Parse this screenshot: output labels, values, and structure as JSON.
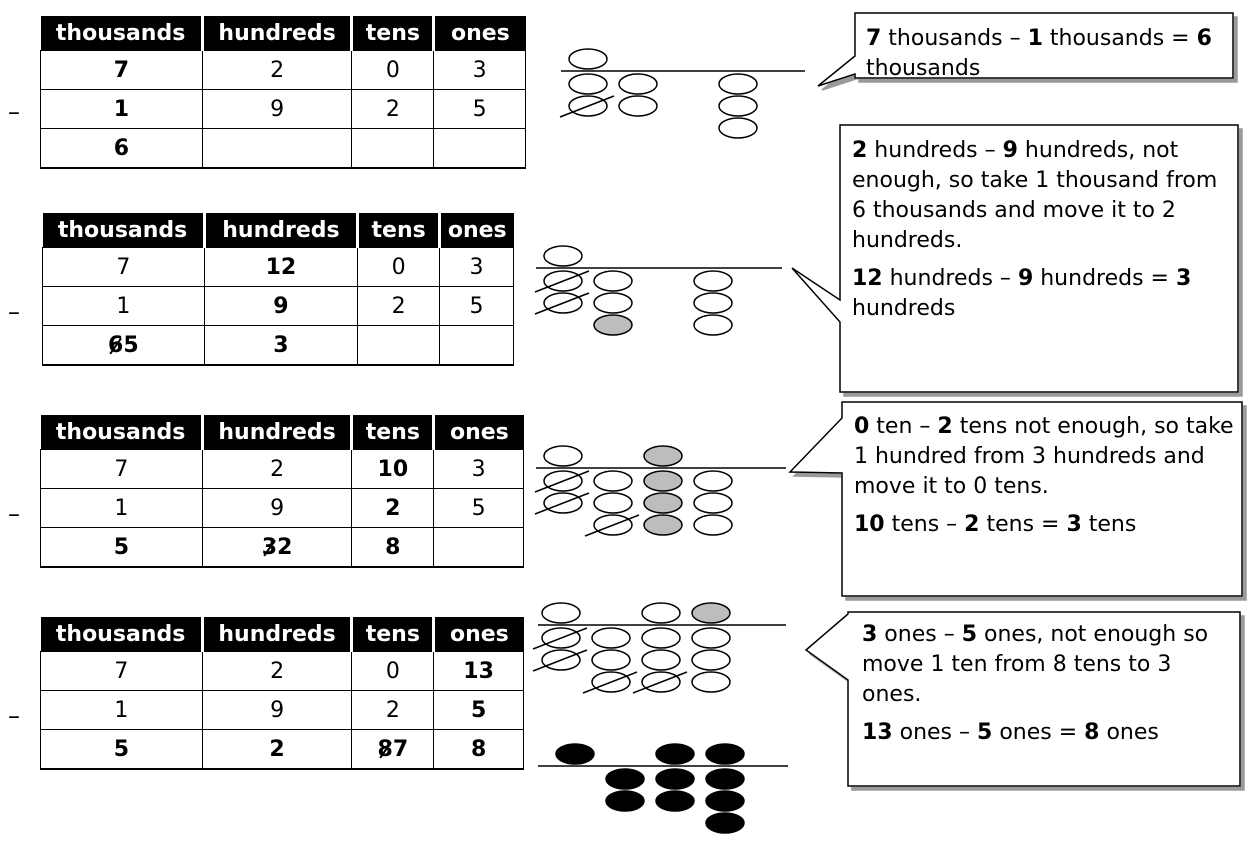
{
  "headers": [
    "thousands",
    "hundreds",
    "tens",
    "ones"
  ],
  "minus_sign": "–",
  "tables": [
    {
      "row1": [
        "7",
        "2",
        "0",
        "3"
      ],
      "row2": [
        "1",
        "9",
        "2",
        "5"
      ],
      "result": [
        {
          "v": "6"
        },
        {
          "v": ""
        },
        {
          "v": ""
        },
        {
          "v": ""
        }
      ]
    },
    {
      "row1": [
        "7",
        "12",
        "0",
        "3"
      ],
      "row2": [
        "1",
        "9",
        "2",
        "5"
      ],
      "result": [
        {
          "crossed": "6",
          "v": "5"
        },
        {
          "v": "3"
        },
        {
          "v": ""
        },
        {
          "v": ""
        }
      ]
    },
    {
      "row1": [
        "7",
        "2",
        "10",
        "3"
      ],
      "row2": [
        "1",
        "9",
        "2",
        "5"
      ],
      "result": [
        {
          "v": "5"
        },
        {
          "crossed": "3",
          "v": "2"
        },
        {
          "v": "8"
        },
        {
          "v": ""
        }
      ]
    },
    {
      "row1": [
        "7",
        "2",
        "0",
        "13"
      ],
      "row2": [
        "1",
        "9",
        "2",
        "5"
      ],
      "result": [
        {
          "v": "5"
        },
        {
          "v": "2"
        },
        {
          "crossed": "8",
          "v": "7"
        },
        {
          "v": "8"
        }
      ]
    }
  ],
  "callouts": [
    [
      [
        {
          "t": "7",
          "b": true
        },
        {
          "t": " thousands – "
        },
        {
          "t": "1",
          "b": true
        },
        {
          "t": " thousands "
        },
        {
          "t": "= "
        },
        {
          "t": "6",
          "b": true
        },
        {
          "t": " thousands"
        }
      ]
    ],
    [
      [
        {
          "t": "2",
          "b": true
        },
        {
          "t": " hundreds – "
        },
        {
          "t": "9",
          "b": true
        },
        {
          "t": " hundreds, not enough, so take 1 thousand from 6 thousands and move it to 2 hundreds."
        }
      ],
      [
        {
          "t": "12",
          "b": true
        },
        {
          "t": " hundreds – "
        },
        {
          "t": "9",
          "b": true
        },
        {
          "t": " hundreds = "
        },
        {
          "t": "3",
          "b": true
        },
        {
          "t": " hundreds"
        }
      ]
    ],
    [
      [
        {
          "t": "0",
          "b": true
        },
        {
          "t": " ten – "
        },
        {
          "t": "2",
          "b": true
        },
        {
          "t": " tens not enough, so take 1 hundred from 3 hundreds and move it to 0 tens."
        }
      ],
      [
        {
          "t": "10",
          "b": true
        },
        {
          "t": " tens – "
        },
        {
          "t": "2",
          "b": true
        },
        {
          "t": " tens = "
        },
        {
          "t": "3",
          "b": true
        },
        {
          "t": " tens"
        }
      ]
    ],
    [
      [
        {
          "t": "3",
          "b": true
        },
        {
          "t": " ones – "
        },
        {
          "t": "5",
          "b": true
        },
        {
          "t": " ones, not enough so move 1 ten from 8 tens to 3 ones."
        }
      ],
      [
        {
          "t": "13",
          "b": true
        },
        {
          "t": " ones – "
        },
        {
          "t": "5",
          "b": true
        },
        {
          "t": " ones = "
        },
        {
          "t": "8",
          "b": true
        },
        {
          "t": " ones"
        }
      ]
    ]
  ],
  "abacus": [
    {
      "top": [
        {
          "c": 0,
          "f": "w"
        }
      ],
      "cols": [
        [
          {
            "f": "w"
          },
          {
            "f": "w",
            "x": 1
          }
        ],
        [
          {
            "f": "w"
          },
          {
            "f": "w"
          }
        ],
        [],
        [
          {
            "f": "w"
          },
          {
            "f": "w"
          },
          {
            "f": "w"
          }
        ]
      ]
    },
    {
      "top": [
        {
          "c": 0,
          "f": "w"
        }
      ],
      "cols": [
        [
          {
            "f": "w",
            "x": 1
          },
          {
            "f": "w",
            "x": 1
          }
        ],
        [
          {
            "f": "w"
          },
          {
            "f": "w"
          },
          {
            "f": "g"
          }
        ],
        [],
        [
          {
            "f": "w"
          },
          {
            "f": "w"
          },
          {
            "f": "w"
          }
        ]
      ]
    },
    {
      "top": [
        {
          "c": 0,
          "f": "w"
        },
        {
          "c": 2,
          "f": "g"
        }
      ],
      "cols": [
        [
          {
            "f": "w",
            "x": 1
          },
          {
            "f": "w",
            "x": 1
          }
        ],
        [
          {
            "f": "w"
          },
          {
            "f": "w"
          },
          {
            "f": "w",
            "x": 1
          }
        ],
        [
          {
            "f": "g"
          },
          {
            "f": "g"
          },
          {
            "f": "g"
          }
        ],
        [
          {
            "f": "w"
          },
          {
            "f": "w"
          },
          {
            "f": "w"
          }
        ]
      ]
    },
    {
      "top": [
        {
          "c": 0,
          "f": "w"
        },
        {
          "c": 2,
          "f": "w"
        },
        {
          "c": 3,
          "f": "g"
        }
      ],
      "cols": [
        [
          {
            "f": "w",
            "x": 1
          },
          {
            "f": "w",
            "x": 1
          }
        ],
        [
          {
            "f": "w"
          },
          {
            "f": "w"
          },
          {
            "f": "w",
            "x": 1
          }
        ],
        [
          {
            "f": "w"
          },
          {
            "f": "w"
          },
          {
            "f": "w",
            "x": 1
          }
        ],
        [
          {
            "f": "w"
          },
          {
            "f": "w"
          },
          {
            "f": "w"
          }
        ]
      ]
    },
    {
      "top": [
        {
          "c": 0,
          "f": "b"
        },
        {
          "c": 2,
          "f": "b"
        },
        {
          "c": 3,
          "f": "b"
        }
      ],
      "cols": [
        [],
        [
          {
            "f": "b"
          },
          {
            "f": "b"
          }
        ],
        [
          {
            "f": "b"
          },
          {
            "f": "b"
          }
        ],
        [
          {
            "f": "b"
          },
          {
            "f": "b"
          },
          {
            "f": "b"
          }
        ]
      ]
    }
  ],
  "colors": {
    "grey_bead": "#bdbdbd",
    "black_bead": "#000000"
  }
}
